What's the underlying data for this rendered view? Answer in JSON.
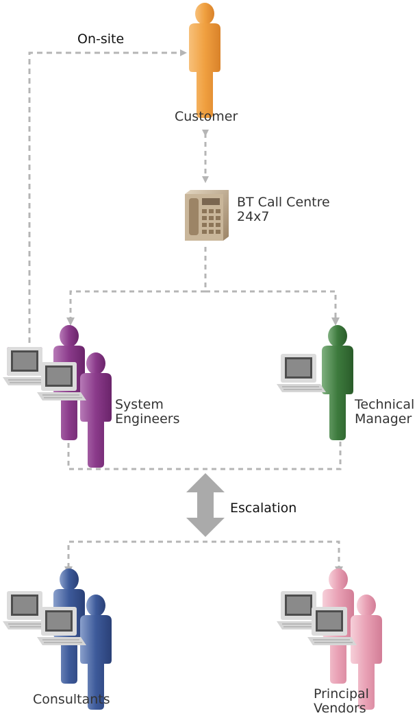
{
  "labels": {
    "onsite": "On-site",
    "customer": "Customer",
    "call_centre": "BT Call Centre\n24x7",
    "system_engineers": "System\nEngineers",
    "technical_manager": "Technical\nManager",
    "escalation": "Escalation",
    "consultants": "Consultants",
    "principal_vendors": "Principal\nVendors"
  },
  "colors": {
    "customer": "#f0a040",
    "system_engineers": "#8a3a8a",
    "technical_manager": "#3d7a3d",
    "consultants": "#3d5a9a",
    "principal_vendors": "#e8a0b4",
    "connector": "#b5b5b5",
    "escalation_arrow": "#aaaaaa",
    "phone": "#bfa98a"
  },
  "icons": [
    "person-icon",
    "workstation-icon",
    "phone-icon"
  ]
}
